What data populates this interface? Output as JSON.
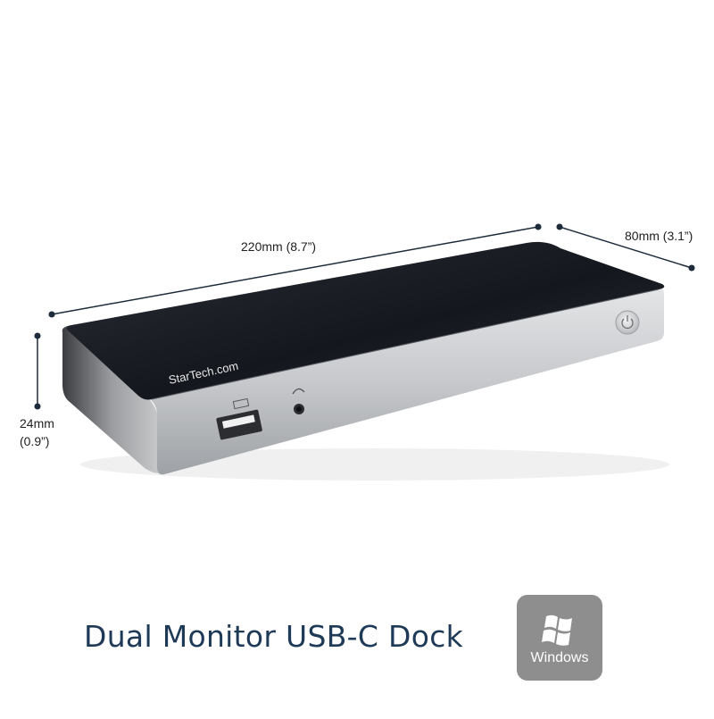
{
  "dimensions": {
    "length": "220mm (8.7”)",
    "width": "80mm (3.1”)",
    "height_mm": "24mm",
    "height_in": "(0.9”)"
  },
  "device": {
    "brand": "StarTech.com",
    "ports": [
      "usb-a-port",
      "headset-jack",
      "power-button"
    ]
  },
  "product_title": "Dual Monitor USB-C Dock",
  "os_badge": {
    "label": "Windows",
    "icon": "windows-logo-icon"
  },
  "colors": {
    "title": "#1f3a57",
    "badge": "#8e8e8e",
    "dock_top": "#1c1f26",
    "dock_body": "#c9cbce"
  }
}
